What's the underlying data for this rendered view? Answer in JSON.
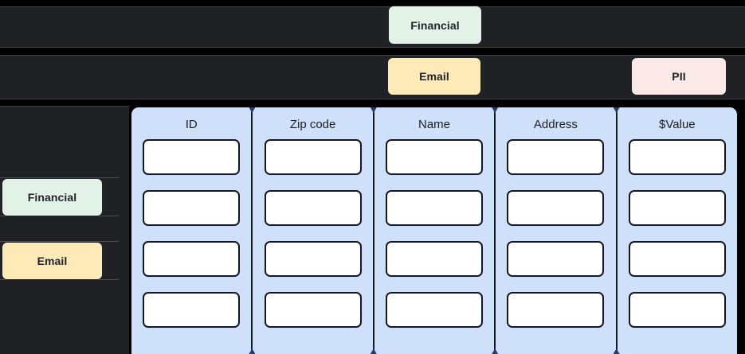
{
  "tracks": [
    {
      "name": "track-row-1",
      "chips": [
        {
          "label": "Financial",
          "variant": "financial"
        }
      ]
    },
    {
      "name": "track-row-2",
      "chips": [
        {
          "label": "Email",
          "variant": "email"
        },
        {
          "label": "PII",
          "variant": "pii"
        }
      ]
    }
  ],
  "top_chips": {
    "financial": "Financial",
    "email": "Email",
    "pii": "PII"
  },
  "sidebar": {
    "items": [
      {
        "label": "Financial",
        "variant": "financial"
      },
      {
        "label": "Email",
        "variant": "email"
      }
    ]
  },
  "table": {
    "columns": [
      {
        "header": "ID"
      },
      {
        "header": "Zip code"
      },
      {
        "header": "Name"
      },
      {
        "header": "Address"
      },
      {
        "header": "$Value"
      }
    ],
    "row_count": 4,
    "cell_values": [
      [
        "",
        "",
        "",
        "",
        ""
      ],
      [
        "",
        "",
        "",
        "",
        ""
      ],
      [
        "",
        "",
        "",
        "",
        ""
      ],
      [
        "",
        "",
        "",
        "",
        ""
      ]
    ]
  },
  "colors": {
    "background": "#000000",
    "track_bar": "#202124",
    "table_fill": "#cfe0fb",
    "cell_fill": "#ffffff",
    "border_dark": "#16181d",
    "chip_financial": "#e2f2e7",
    "chip_email": "#fdeab6",
    "chip_pii": "#fbe9e7",
    "divider_marker": "#2b3a72"
  }
}
